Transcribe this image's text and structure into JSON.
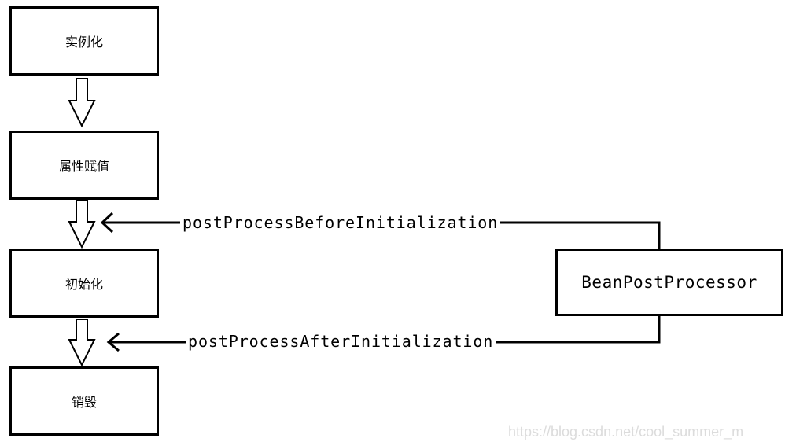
{
  "stages": {
    "instantiate": "实例化",
    "populate": "属性赋值",
    "initialize": "初始化",
    "destroy": "销毁"
  },
  "processor": {
    "name": "BeanPostProcessor"
  },
  "callbacks": {
    "before": "postProcessBeforeInitialization",
    "after": "postProcessAfterInitialization"
  },
  "watermark": "https://blog.csdn.net/cool_summer_m"
}
